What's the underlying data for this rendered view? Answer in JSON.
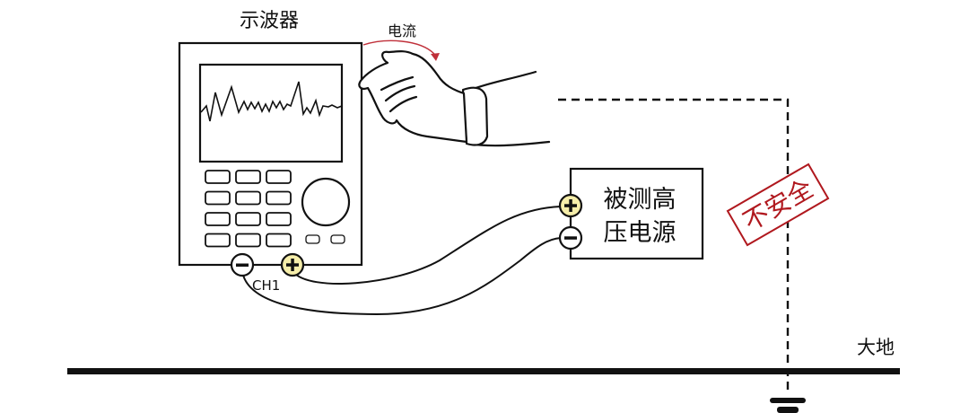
{
  "labels": {
    "oscilloscope": "示波器",
    "current": "电流",
    "channel": "CH1",
    "source_line1": "被测高",
    "source_line2": "压电源",
    "unsafe": "不安全",
    "earth": "大地"
  },
  "terminals": {
    "plus_symbol": "+",
    "minus_symbol": "−"
  },
  "colors": {
    "stroke": "#111111",
    "terminal_plus_fill": "#f6eeaa",
    "warning_red": "#b0181e",
    "current_arrow": "#c0303a"
  },
  "oscilloscope": {
    "button_rows": 4,
    "button_cols": 3,
    "small_buttons": 2
  }
}
